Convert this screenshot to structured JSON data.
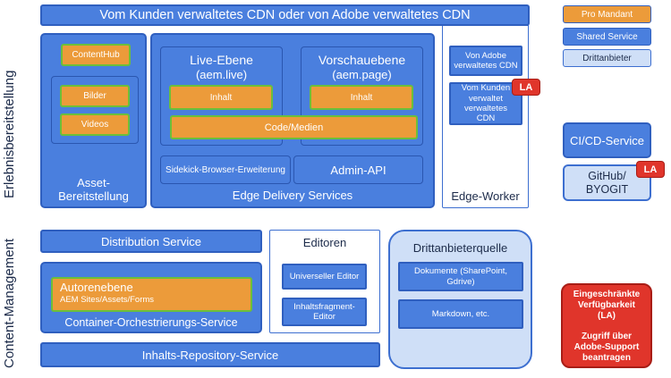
{
  "left_labels": {
    "experience": "Erlebnisbereitstellung",
    "content": "Content-Management"
  },
  "cdn_bar": "Vom Kunden verwaltetes CDN oder von Adobe verwaltetes CDN",
  "asset_delivery": {
    "title": "Asset-Bereitstellung",
    "contenthub": "ContentHub",
    "bilder": "Bilder",
    "videos": "Videos"
  },
  "eds": {
    "title": "Edge Delivery Services",
    "live_title": "Live-Ebene",
    "live_sub": "(aem.live)",
    "live_inhalt": "Inhalt",
    "preview_title": "Vorschauebene",
    "preview_sub": "(aem.page)",
    "preview_inhalt": "Inhalt",
    "code": "Code/Medien",
    "sidekick": "Sidekick-Browser-Erweiterung",
    "admin": "Admin-API"
  },
  "edge_worker": {
    "title": "Edge-Worker",
    "adobe_cdn": "Von Adobe verwaltetes CDN",
    "customer_cdn": "Vom Kunden verwaltet verwaltetes CDN",
    "la": "LA"
  },
  "legend": {
    "pro_mandant": "Pro Mandant",
    "shared": "Shared Service",
    "third": "Drittanbieter"
  },
  "cicd": "CI/CD-Service",
  "github": "GitHub/ BYOGIT",
  "github_la": "LA",
  "distribution": "Distribution Service",
  "author_tier": {
    "title": "Autorenebene",
    "sub": "AEM Sites/Assets/Forms"
  },
  "container": "Container-Orchestrierungs-Service",
  "repository": "Inhalts-Repository-Service",
  "editors": {
    "title": "Editoren",
    "universal": "Universeller Editor",
    "fragment": "Inhaltsfragment-Editor"
  },
  "third_source": {
    "title": "Drittanbieterquelle",
    "docs": "Dokumente (SharePoint, Gdrive)",
    "markdown": "Markdown, etc."
  },
  "la_note": {
    "line1": "Eingeschränkte Verfügbarkeit (LA)",
    "line2": "Zugriff über Adobe-Support beantragen"
  },
  "colors": {
    "blue": "#4a7fde",
    "orange": "#ec9b3a",
    "light_blue": "#cfdff7",
    "red": "#e0352b",
    "green_border": "#6cbf3a"
  }
}
